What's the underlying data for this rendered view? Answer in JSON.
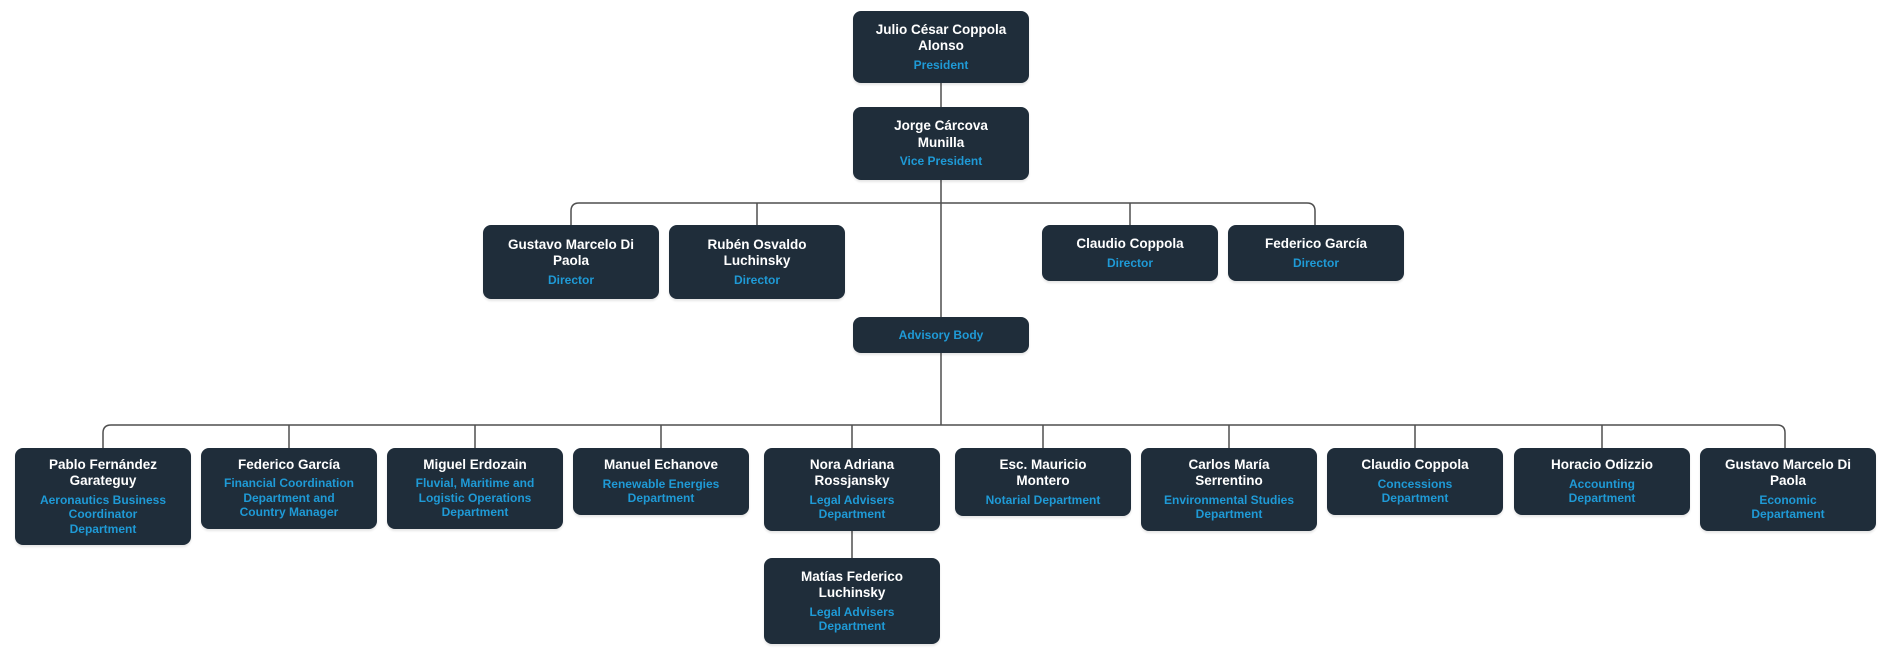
{
  "colors": {
    "page_background": "#ffffff",
    "node_background": "#1f2d3a",
    "name_text": "#ffffff",
    "accent_blue": "#1f9ad6",
    "connector_line": "#4f4f4f"
  },
  "org": {
    "president": {
      "name": "Julio César Coppola\nAlonso",
      "title": "President"
    },
    "vice_president": {
      "name": "Jorge Cárcova\nMunilla",
      "title": "Vice President"
    },
    "directors": [
      {
        "name": "Gustavo Marcelo Di\nPaola",
        "title": "Director"
      },
      {
        "name": "Rubén Osvaldo\nLuchinsky",
        "title": "Director"
      },
      {
        "name": "Claudio Coppola",
        "title": "Director"
      },
      {
        "name": "Federico García",
        "title": "Director"
      }
    ],
    "advisory_body": {
      "title": "Advisory Body"
    },
    "departments": [
      {
        "name": "Pablo Fernández\nGarateguy",
        "title": "Aeronautics Business\nCoordinator\nDepartment"
      },
      {
        "name": "Federico García",
        "title": "Financial Coordination\nDepartment and\nCountry Manager"
      },
      {
        "name": "Miguel Erdozain",
        "title": "Fluvial, Maritime and\nLogistic Operations\nDepartment"
      },
      {
        "name": "Manuel Echanove",
        "title": "Renewable Energies\nDepartment"
      },
      {
        "name": "Nora Adriana\nRossjansky",
        "title": "Legal Advisers\nDepartment"
      },
      {
        "name": "Esc. Mauricio\nMontero",
        "title": "Notarial Department"
      },
      {
        "name": "Carlos María\nSerrentino",
        "title": "Environmental Studies\nDepartment"
      },
      {
        "name": "Claudio Coppola",
        "title": "Concessions\nDepartment"
      },
      {
        "name": "Horacio Odizzio",
        "title": "Accounting\nDepartment"
      },
      {
        "name": "Gustavo Marcelo Di\nPaola",
        "title": "Economic\nDepartament"
      }
    ],
    "legal_sub": {
      "name": "Matías Federico\nLuchinsky",
      "title": "Legal Advisers\nDepartment"
    }
  }
}
